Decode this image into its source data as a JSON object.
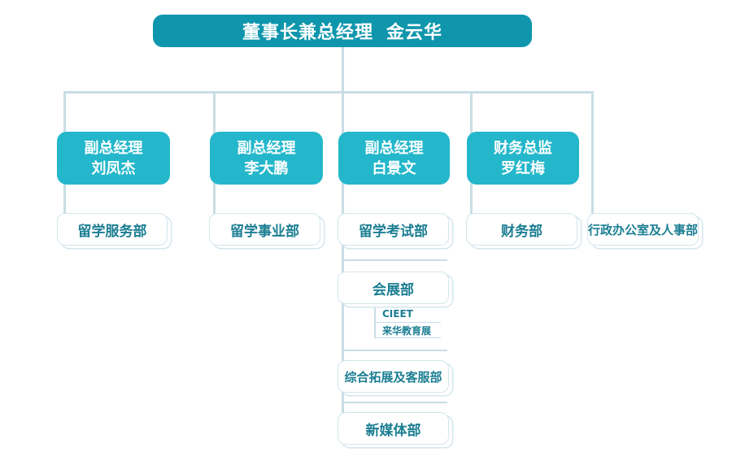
{
  "top": {
    "title": "董事长兼总经理",
    "name": "金云华"
  },
  "managers": [
    {
      "title": "副总经理",
      "name": "刘凤杰"
    },
    {
      "title": "副总经理",
      "name": "李大鹏"
    },
    {
      "title": "副总经理",
      "name": "白景文"
    },
    {
      "title": "财务总监",
      "name": "罗红梅"
    }
  ],
  "departments": [
    "留学服务部",
    "留学事业部",
    "留学考试部",
    "财务部",
    "行政办公室及人事部"
  ],
  "sub_departments": [
    "会展部",
    "综合拓展及客服部",
    "新媒体部"
  ],
  "exhibitions": [
    "CIEET",
    "来华教育展"
  ],
  "colors": {
    "primary": "#0f96ad",
    "secondary": "#24b7cb",
    "text": "#1b7e92",
    "line": "#c9dde5"
  }
}
